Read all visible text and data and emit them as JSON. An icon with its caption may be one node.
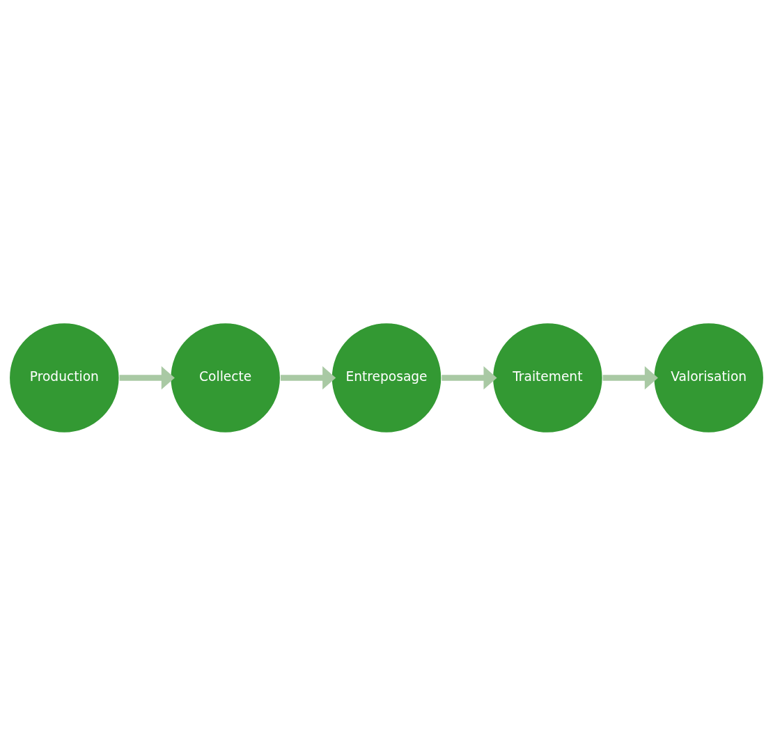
{
  "diagram": {
    "nodes": [
      {
        "text": [
          "Production"
        ]
      },
      {
        "text": [
          "Collecte"
        ]
      },
      {
        "text": [
          "Entreposage"
        ]
      },
      {
        "text": [
          "Traitement"
        ]
      },
      {
        "text": [
          "Valorisation"
        ]
      }
    ],
    "edges": [
      {
        "from": 0,
        "to": 1,
        "arrow": "to"
      },
      {
        "from": 1,
        "to": 2,
        "arrow": "to"
      },
      {
        "from": 2,
        "to": 3,
        "arrow": "to"
      },
      {
        "from": 3,
        "to": 4,
        "arrow": "to"
      }
    ]
  }
}
